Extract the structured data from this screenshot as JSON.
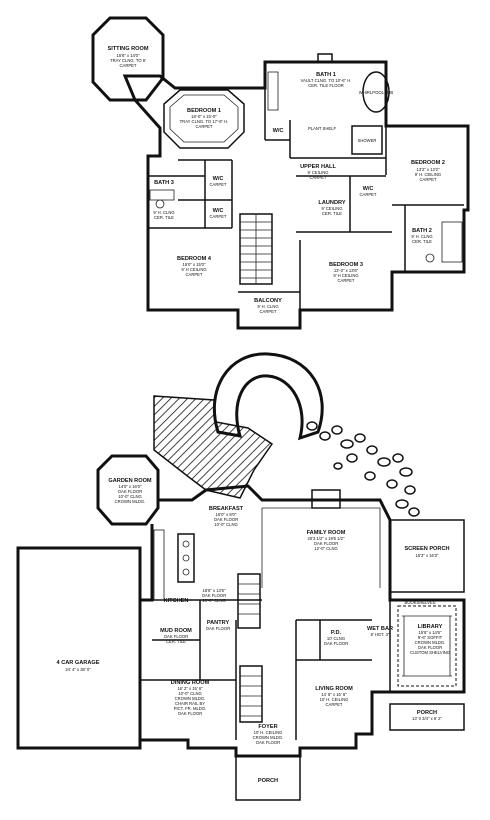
{
  "upper_floor": {
    "sitting_room": {
      "name": "SITTING ROOM",
      "lines": [
        "15'6\" x 14'0\"",
        "TRAY CLNG. TO 9'",
        "CARPET"
      ]
    },
    "bedroom1": {
      "name": "BEDROOM 1",
      "lines": [
        "18'-0\" x 15'-0\"",
        "TRAY CLNG. TO 17'-6\" H.",
        "CARPET"
      ]
    },
    "bath1": {
      "name": "BATH 1",
      "lines": [
        "VAULT CLNG. TO 10'-6\" H.",
        "CER. TILE FLOOR"
      ]
    },
    "whirlpool": "WHIRLPOOL TUB",
    "shower": "SHOWER",
    "plant_shelf": "PLANT SHELF",
    "bedroom2": {
      "name": "BEDROOM 2",
      "lines": [
        "13'2\" x 13'2\"",
        "9' H. CEILING",
        "CARPET"
      ]
    },
    "upper_hall": {
      "name": "UPPER HALL",
      "lines": [
        "9' CEILING",
        "CARPET"
      ]
    },
    "bath3": {
      "name": "BATH 3",
      "lines": [
        "9' H. CLNG",
        "CER. TILE"
      ]
    },
    "wic_a": {
      "name": "W/C",
      "lines": [
        "CARPET"
      ]
    },
    "wic_b": {
      "name": "W/C",
      "lines": [
        "CARPET"
      ]
    },
    "wic_c": {
      "name": "W/C",
      "lines": [
        "CARPET"
      ]
    },
    "wic_d": {
      "name": "W/C",
      "lines": []
    },
    "laundry": {
      "name": "LAUNDRY",
      "lines": [
        "9' CEILING",
        "CER. TILE"
      ]
    },
    "bath2": {
      "name": "BATH 2",
      "lines": [
        "9' H. CLNG",
        "CER. TILE"
      ]
    },
    "bedroom4": {
      "name": "BEDROOM 4",
      "lines": [
        "15'0\" x 15'0\"",
        "9' H CEILING",
        "CARPET"
      ]
    },
    "bedroom3": {
      "name": "BEDROOM 3",
      "lines": [
        "13'-0\" x 13'6\"",
        "9' H CEILING",
        "CARPET"
      ]
    },
    "balcony": {
      "name": "BALCONY",
      "lines": [
        "9' H. CLNG",
        "CARPET"
      ]
    }
  },
  "main_floor": {
    "garden_room": {
      "name": "GARDEN ROOM",
      "lines": [
        "14'0\" x 16'0\"",
        "OAK FLOOR",
        "10'-0\" CLNG",
        "CROWN MLDG."
      ]
    },
    "breakfast": {
      "name": "BREAKFAST",
      "lines": [
        "16'0\" x 8'0\"",
        "OAK FLOOR",
        "10'-0\" CLNG"
      ]
    },
    "family_room": {
      "name": "FAMILY ROOM",
      "lines": [
        "20'3 1/2\" x 19'6 1/2\"",
        "OAK FLOOR",
        "12'-0\" CLNG"
      ]
    },
    "screen_porch": {
      "name": "SCREEN PORCH",
      "lines": [
        "15'3\" x 16'3\""
      ]
    },
    "kitchen": {
      "name": "KITCHEN",
      "lines": [
        "18'6\" x 13'6\"",
        "OAK FLOOR",
        "10'-0\" CLNG"
      ]
    },
    "pantry": {
      "name": "PANTRY",
      "lines": [
        "OAK FLOOR"
      ]
    },
    "mud_room": {
      "name": "MUD ROOM",
      "lines": [
        "OAK FLOOR",
        "CER. TILE"
      ]
    },
    "garage": {
      "name": "4 CAR GARAGE",
      "lines": [
        "24' 4\" x 38' 0\""
      ]
    },
    "pdr": {
      "name": "P.D.",
      "lines": [
        "10' CLNG",
        "OAK FLOOR"
      ]
    },
    "wet_bar": {
      "name": "WET BAR",
      "lines": [
        "8' HGT. 3\""
      ]
    },
    "library": {
      "name": "LIBRARY",
      "lines": [
        "15'6\" x 14'6\"",
        "9'-6\" SOFFIT",
        "CROWN MLDG.",
        "OAK FLOOR",
        "CUSTOM SHELVING"
      ]
    },
    "bookshelves": "BOOKSHELVES",
    "dining_room": {
      "name": "DINING ROOM",
      "lines": [
        "16' 2\" x 15' 6\"",
        "10'-0\" CLNG",
        "CROWN MLDG.",
        "CHAIR RAIL BY",
        "PICT. FR. MLDG.",
        "OAK FLOOR"
      ]
    },
    "living_room": {
      "name": "LIVING ROOM",
      "lines": [
        "14' 8\" x 15' 6\"",
        "10' H. CEILING",
        "CARPET"
      ]
    },
    "foyer": {
      "name": "FOYER",
      "lines": [
        "10' H. CEILING",
        "CROWN MLDG.",
        "OAK FLOOR"
      ]
    },
    "porch": {
      "name": "PORCH",
      "lines": []
    },
    "porch_side": {
      "name": "PORCH",
      "lines": [
        "13' 0 3/4\" x 6' 2\""
      ]
    }
  }
}
